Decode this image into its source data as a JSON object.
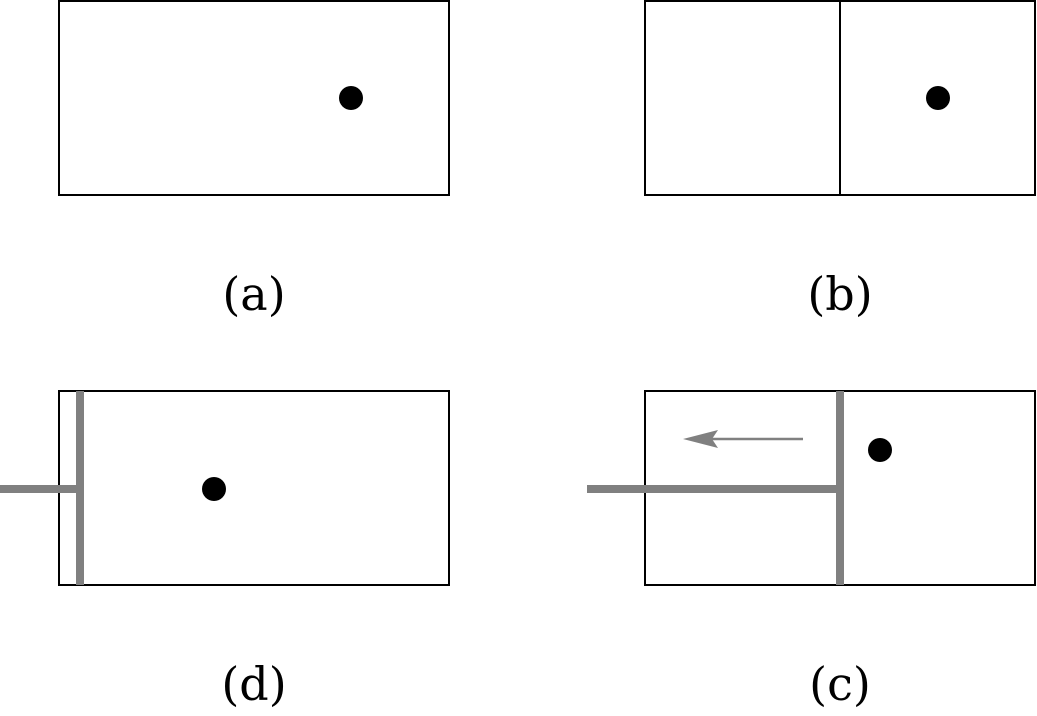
{
  "panels": {
    "a": {
      "label": "(a)"
    },
    "b": {
      "label": "(b)"
    },
    "c": {
      "label": "(c)"
    },
    "d": {
      "label": "(d)"
    }
  },
  "colors": {
    "outline": "#000000",
    "piston": "#808080",
    "particle": "#000000"
  }
}
